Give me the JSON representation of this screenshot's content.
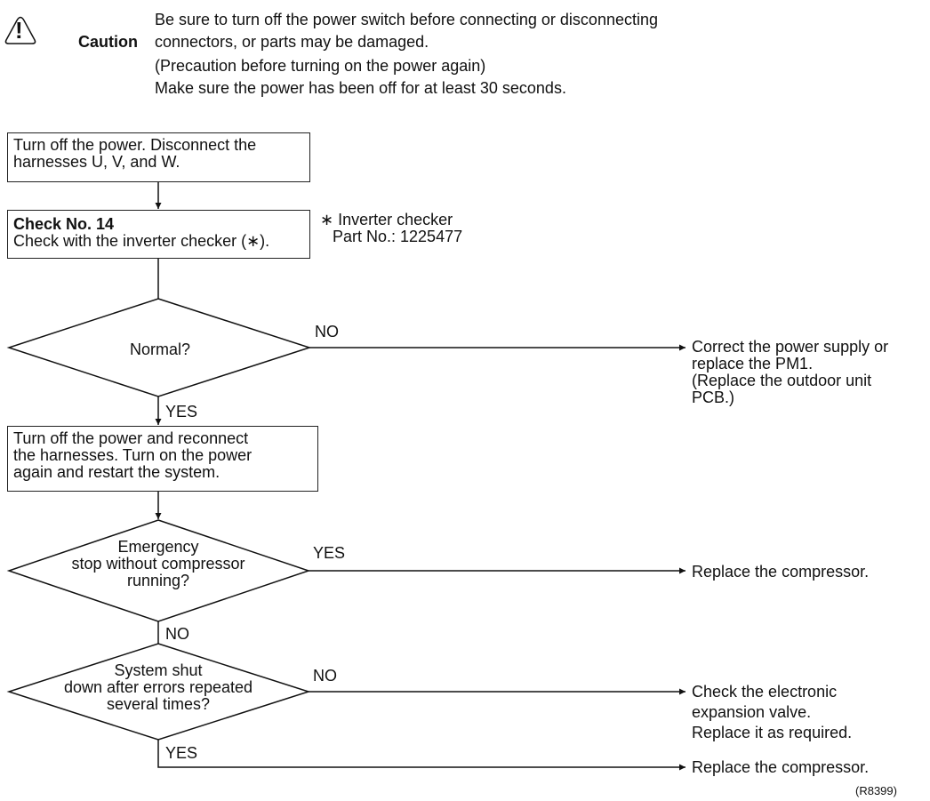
{
  "caution": {
    "label": "Caution",
    "line1": "Be sure to turn off the power switch before connecting or disconnecting",
    "line2": "connectors, or parts may be damaged.",
    "line3": "(Precaution before turning on the power again)",
    "line4": "Make sure the power has been off for at least 30 seconds."
  },
  "step1": {
    "line1": "Turn off the power. Disconnect the",
    "line2": "harnesses U, V, and W."
  },
  "step2": {
    "title": "Check No. 14",
    "line1": "Check with the inverter checker (∗)."
  },
  "note": {
    "line1": "∗ Inverter checker",
    "line2": "Part No.: 1225477"
  },
  "decision1": {
    "line1": "Normal?",
    "no_label": "NO",
    "yes_label": "YES",
    "no_result": [
      "Correct the power supply or",
      "replace the PM1.",
      "(Replace the outdoor unit",
      "PCB.)"
    ]
  },
  "step3": {
    "line1": "Turn off the power and reconnect",
    "line2": "the harnesses. Turn on the power",
    "line3": "again and restart the system."
  },
  "decision2": {
    "line1": "Emergency",
    "line2": "stop without compressor",
    "line3": "running?",
    "yes_label": "YES",
    "no_label": "NO",
    "yes_result": "Replace the compressor."
  },
  "decision3": {
    "line1": "System shut",
    "line2": "down after errors repeated",
    "line3": "several times?",
    "no_label": "NO",
    "yes_label": "YES",
    "no_result": [
      "Check the electronic",
      "expansion valve.",
      "Replace it as required."
    ],
    "yes_result": "Replace the compressor."
  },
  "figure_code": "(R8399)"
}
